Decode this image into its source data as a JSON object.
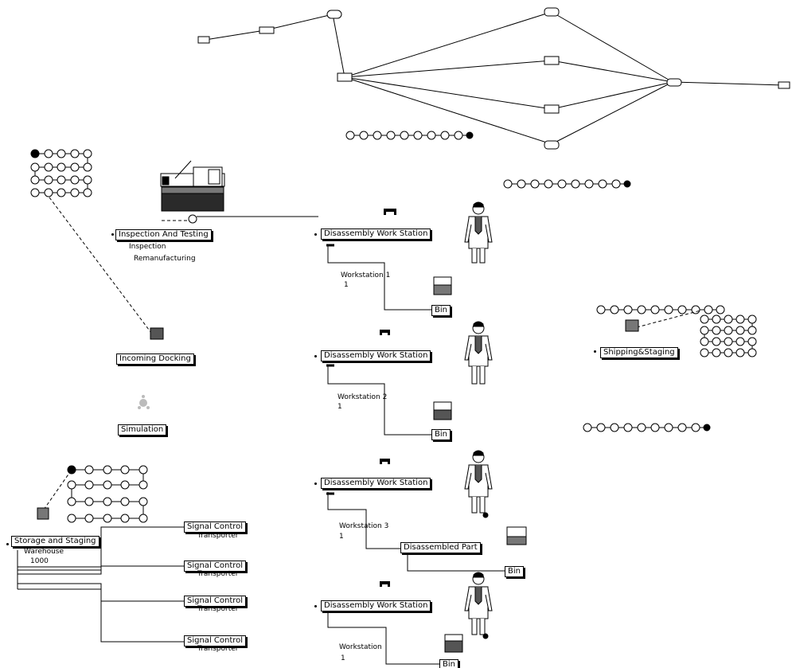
{
  "modules": {
    "inspection": "Inspection And Testing",
    "incoming": "Incoming Docking",
    "simulation": "Simulation",
    "storage": "Storage and Staging",
    "shipping": "Shipping&Staging",
    "ws_a": "Disassembly Work Station",
    "ws_b": "Disassembly Work Station",
    "ws_c": "Disassembly Work Station",
    "ws_d": "Disassembly Work Station",
    "disassembled_part": "Disassembled Part",
    "signal_control": "Signal Control",
    "bin": "Bin"
  },
  "labels": {
    "inspection_sub1": "Inspection",
    "inspection_sub2": "Remanufacturing",
    "warehouse": "Warehouse",
    "warehouse_qty": "1000",
    "transporter": "Transporter",
    "ws1_name": "Workstation 1",
    "ws2_name": "Workstation 2",
    "ws3_name": "Workstation 3",
    "ws4_name": "Workstation",
    "ws_qty": "1"
  },
  "colors": {
    "line": "#000000",
    "queue_circle": "#ffffff",
    "shaded_box": "#808080",
    "conveyor_dark": "#404040"
  },
  "icons": [
    "worker-icon",
    "inspection-machine-icon",
    "bin-box-icon",
    "station-marker-icon",
    "network-node-icon",
    "simulation-icon"
  ]
}
